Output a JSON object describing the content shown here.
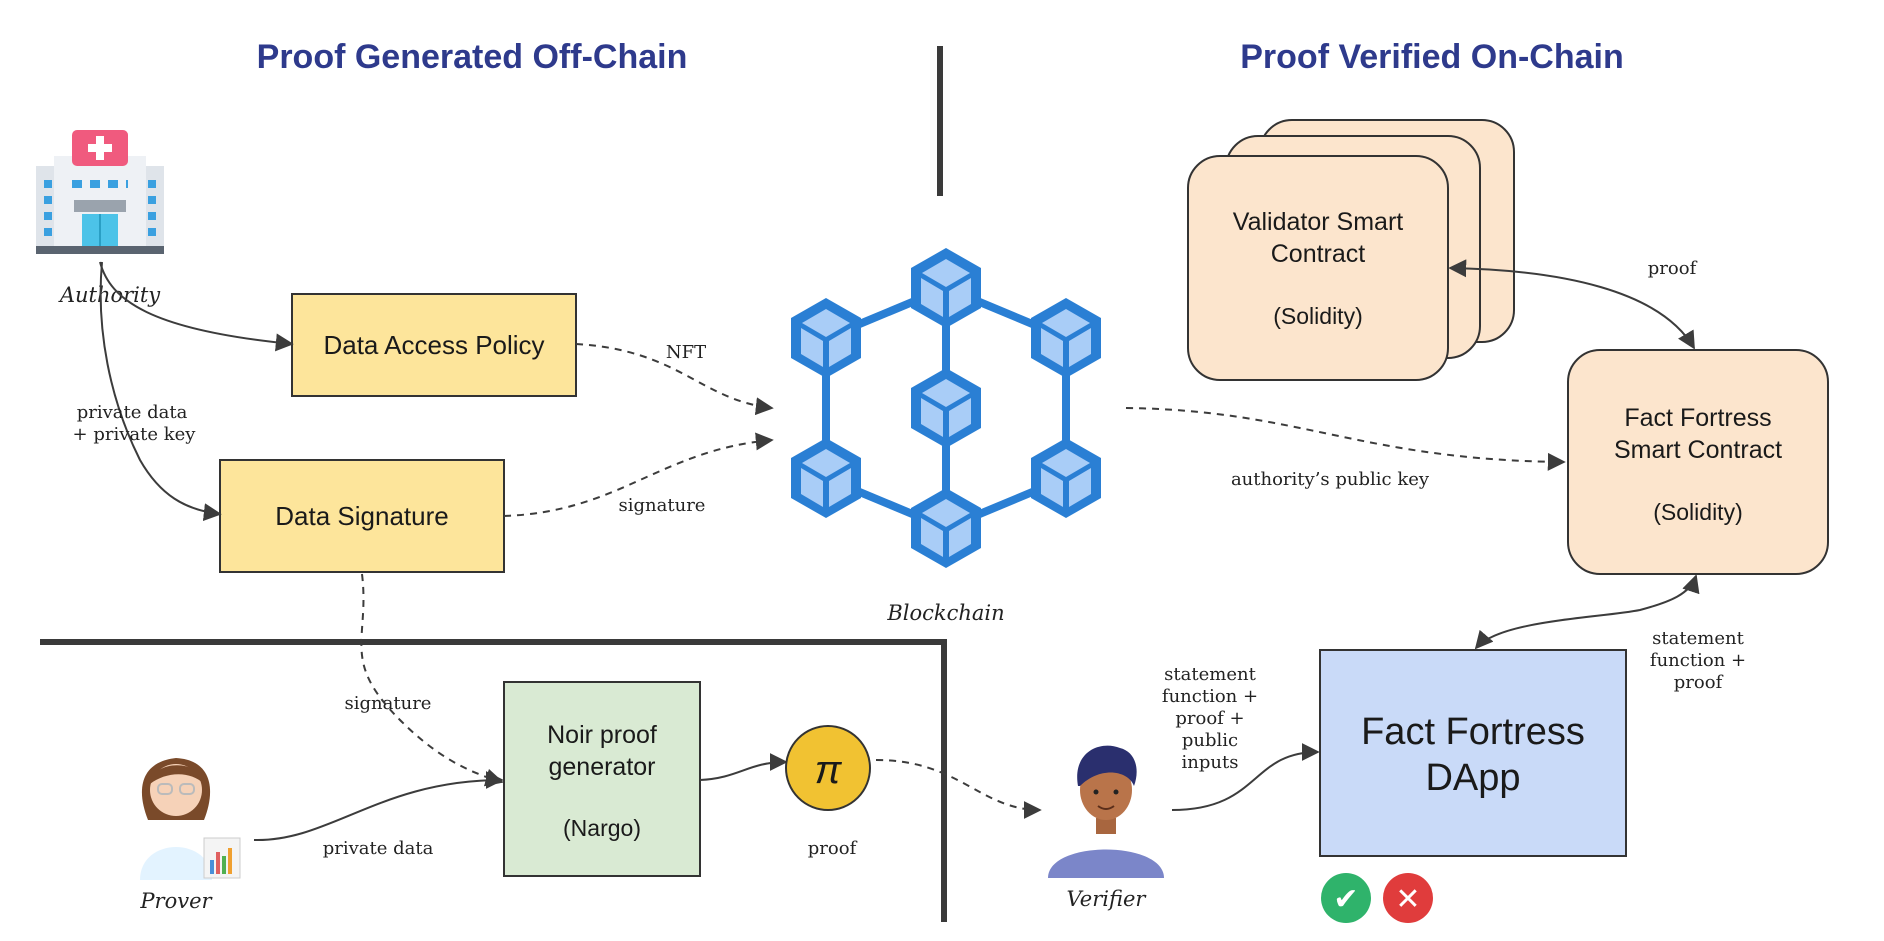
{
  "titles": {
    "left": "Proof Generated Off-Chain",
    "right": "Proof Verified On-Chain"
  },
  "actors": {
    "authority": "Authority",
    "prover": "Prover",
    "verifier": "Verifier",
    "blockchain": "Blockchain"
  },
  "boxes": {
    "data_access_policy": "Data Access Policy",
    "data_signature": "Data Signature",
    "noir": {
      "line1": "Noir proof",
      "line2": "generator",
      "line3": "(Nargo)"
    },
    "validator": {
      "line1": "Validator Smart",
      "line2": "Contract",
      "line3": "(Solidity)"
    },
    "fact_contract": {
      "line1": "Fact Fortress",
      "line2": "Smart Contract",
      "line3": "(Solidity)"
    },
    "dapp": {
      "line1": "Fact Fortress",
      "line2": "DApp"
    }
  },
  "edge_labels": {
    "nft": "NFT",
    "signature_chain": "signature",
    "private_data_key_1": "private data",
    "private_data_key_2": "+ private key",
    "signature_noir": "signature",
    "private_data": "private data",
    "proof_pi": "proof",
    "authority_public_key": "authority’s public key",
    "proof_validator": "proof",
    "statement_contract": [
      "statement",
      "function +",
      "proof"
    ],
    "statement_verifier": [
      "statement",
      "function +",
      "proof +",
      "public",
      "inputs"
    ]
  },
  "symbols": {
    "pi": "π",
    "check": "✔",
    "cross": "✕"
  },
  "colors": {
    "title_blue": "#2e3a8c",
    "yellow_box": "#fde59b",
    "green_box": "#d9ead3",
    "peach_box": "#fce5cd",
    "blue_box": "#c9daf8",
    "blockchain_blue": "#2a7fd4",
    "pi_gold": "#f1c232",
    "check_green": "#2fb36b",
    "cross_red": "#e03c3c"
  },
  "icons": [
    "hospital-icon",
    "blockchain-icon",
    "scientist-icon",
    "person-icon",
    "check-icon",
    "cross-icon"
  ]
}
